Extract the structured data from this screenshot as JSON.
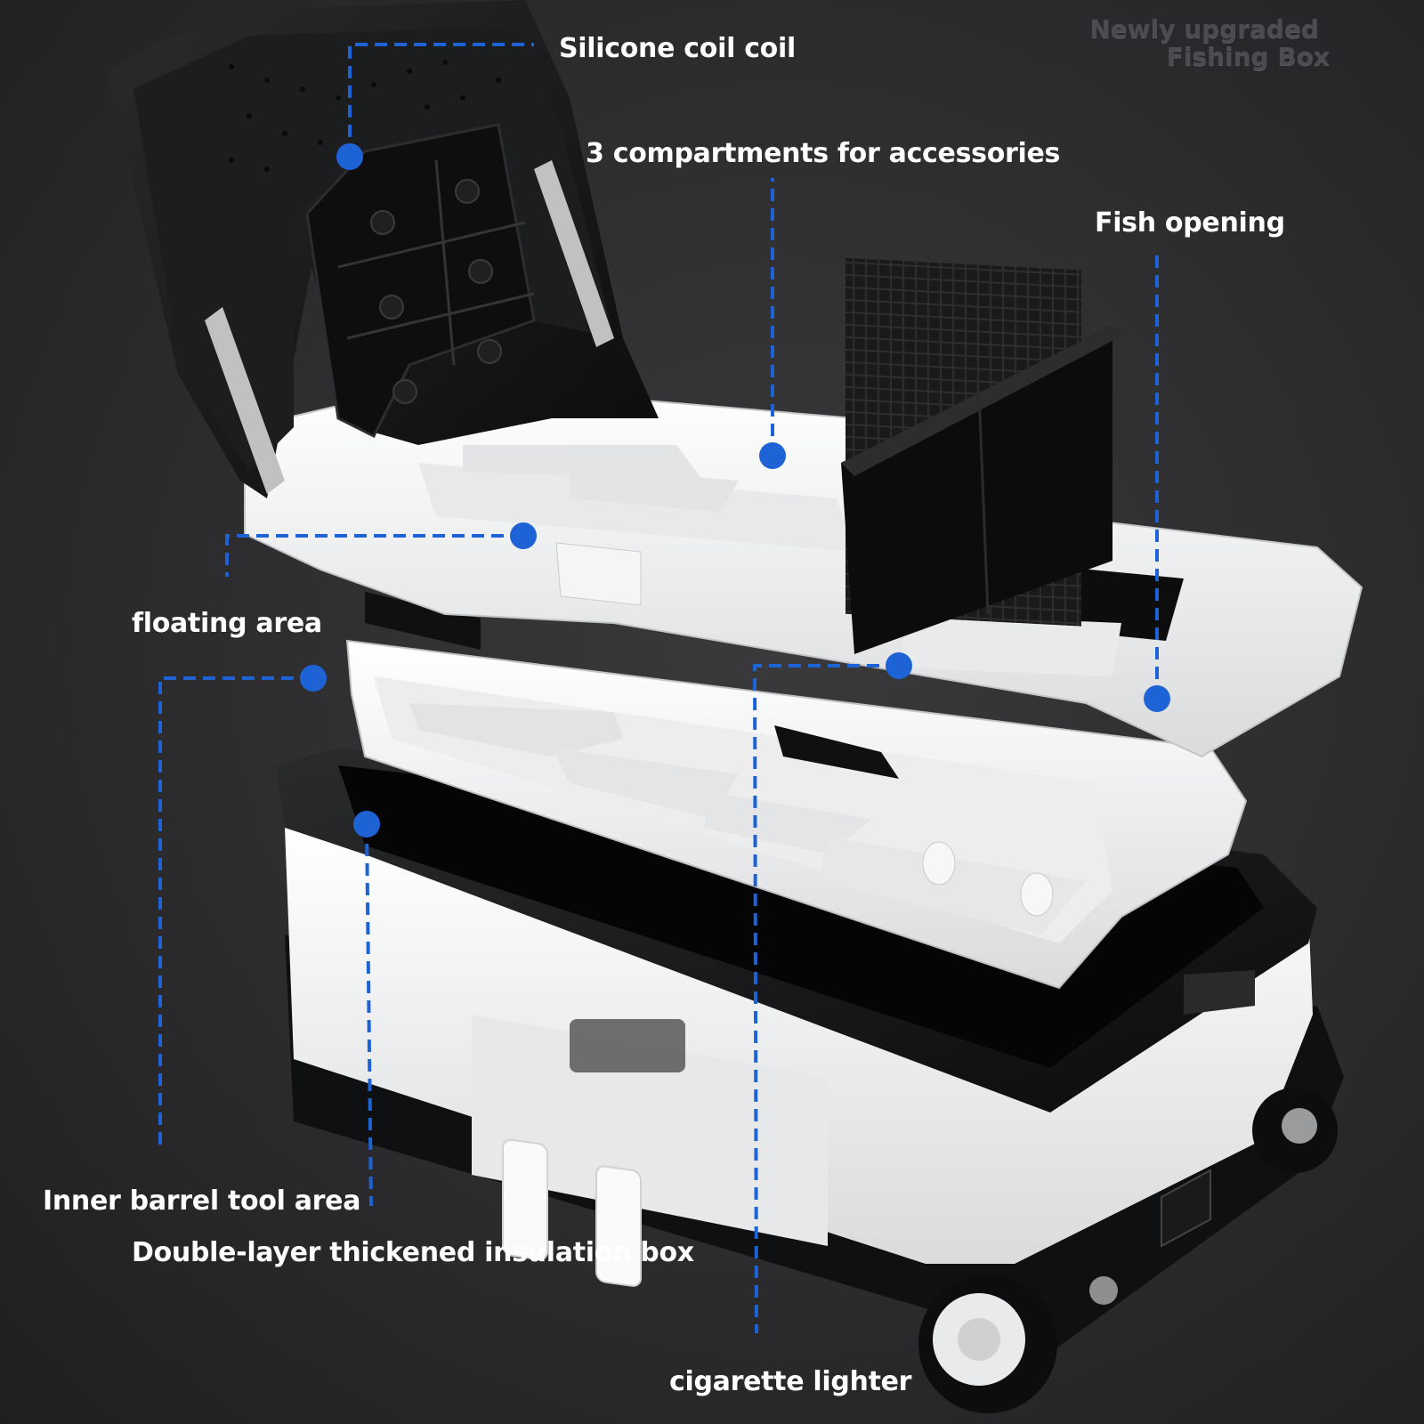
{
  "watermark": {
    "line1": "Newly upgraded",
    "line2": "Fishing Box"
  },
  "callouts": [
    {
      "id": "silicone-coil",
      "label": "Silicone coil coil"
    },
    {
      "id": "compartments",
      "label": "3 compartments for accessories"
    },
    {
      "id": "fish-opening",
      "label": "Fish opening"
    },
    {
      "id": "floating-area",
      "label": "floating area"
    },
    {
      "id": "inner-barrel",
      "label": "Inner barrel tool area"
    },
    {
      "id": "insulation-box",
      "label": "Double-layer thickened insulation box"
    },
    {
      "id": "cigarette-lighter",
      "label": "cigarette lighter"
    }
  ],
  "colors": {
    "background": "#2c2c2e",
    "accent": "#1e63d6",
    "shell_white": "#f2f3f4",
    "shell_black": "#111213"
  }
}
